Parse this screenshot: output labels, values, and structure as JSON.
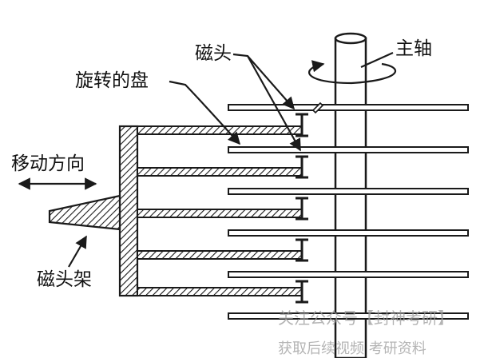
{
  "labels": {
    "head": "磁头",
    "spindle": "主轴",
    "platter": "旋转的盘",
    "direction": "移动方向",
    "arm": "磁头架"
  },
  "watermark": {
    "line1": "关注公众号【封神考研】",
    "line2": "获取后续视频 考研资料"
  },
  "colors": {
    "ink": "#1a1a1a",
    "background": "#ffffff",
    "watermark": "#9c9c9c"
  }
}
